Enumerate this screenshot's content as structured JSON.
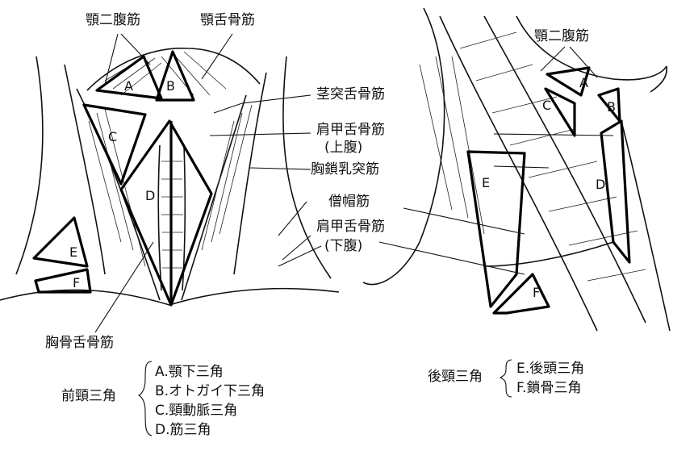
{
  "labels": {
    "digastric_left": "顎二腹筋",
    "mylohyoid": "顎舌骨筋",
    "stylohyoid": "茎突舌骨筋",
    "omohyoid_upper": "肩甲舌骨筋",
    "upper_belly": "(上腹)",
    "scm": "胸鎖乳突筋",
    "trapezius": "僧帽筋",
    "omohyoid_lower": "肩甲舌骨筋",
    "lower_belly": "(下腹)",
    "sternohyoid": "胸骨舌骨筋",
    "digastric_right": "顎二腹筋"
  },
  "regions_front": {
    "A": "A",
    "B": "B",
    "C": "C",
    "D": "D",
    "E": "E",
    "F": "F"
  },
  "regions_side": {
    "A": "A",
    "B": "B",
    "C": "C",
    "D": "D",
    "E": "E",
    "F": "F"
  },
  "legend": {
    "anterior_title": "前頸三角",
    "anterior_items": [
      "A.顎下三角",
      "B.オトガイ下三角",
      "C.頸動脈三角",
      "D.筋三角"
    ],
    "posterior_title": "後頸三角",
    "posterior_items": [
      "E.後頭三角",
      "F.鎖骨三角"
    ]
  }
}
